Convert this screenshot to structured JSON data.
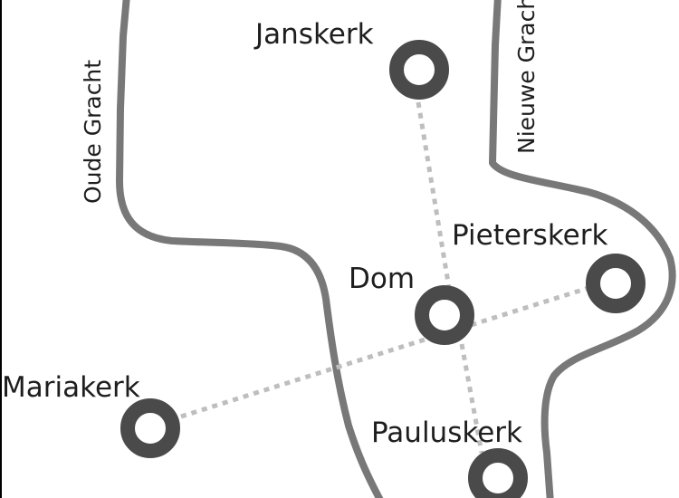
{
  "colors": {
    "canal": "#787878",
    "route": "#bebebe",
    "church": "#4a4a4a",
    "text": "#1e1e1e",
    "background": "#ffffff"
  },
  "canals": {
    "oude_gracht": "Oude Gracht",
    "nieuwe_gracht": "Nieuwe Gracht"
  },
  "churches": {
    "janskerk": "Janskerk",
    "pieterskerk": "Pieterskerk",
    "dom": "Dom",
    "mariakerk": "Mariakerk",
    "pauluskerk": "Pauluskerk"
  }
}
